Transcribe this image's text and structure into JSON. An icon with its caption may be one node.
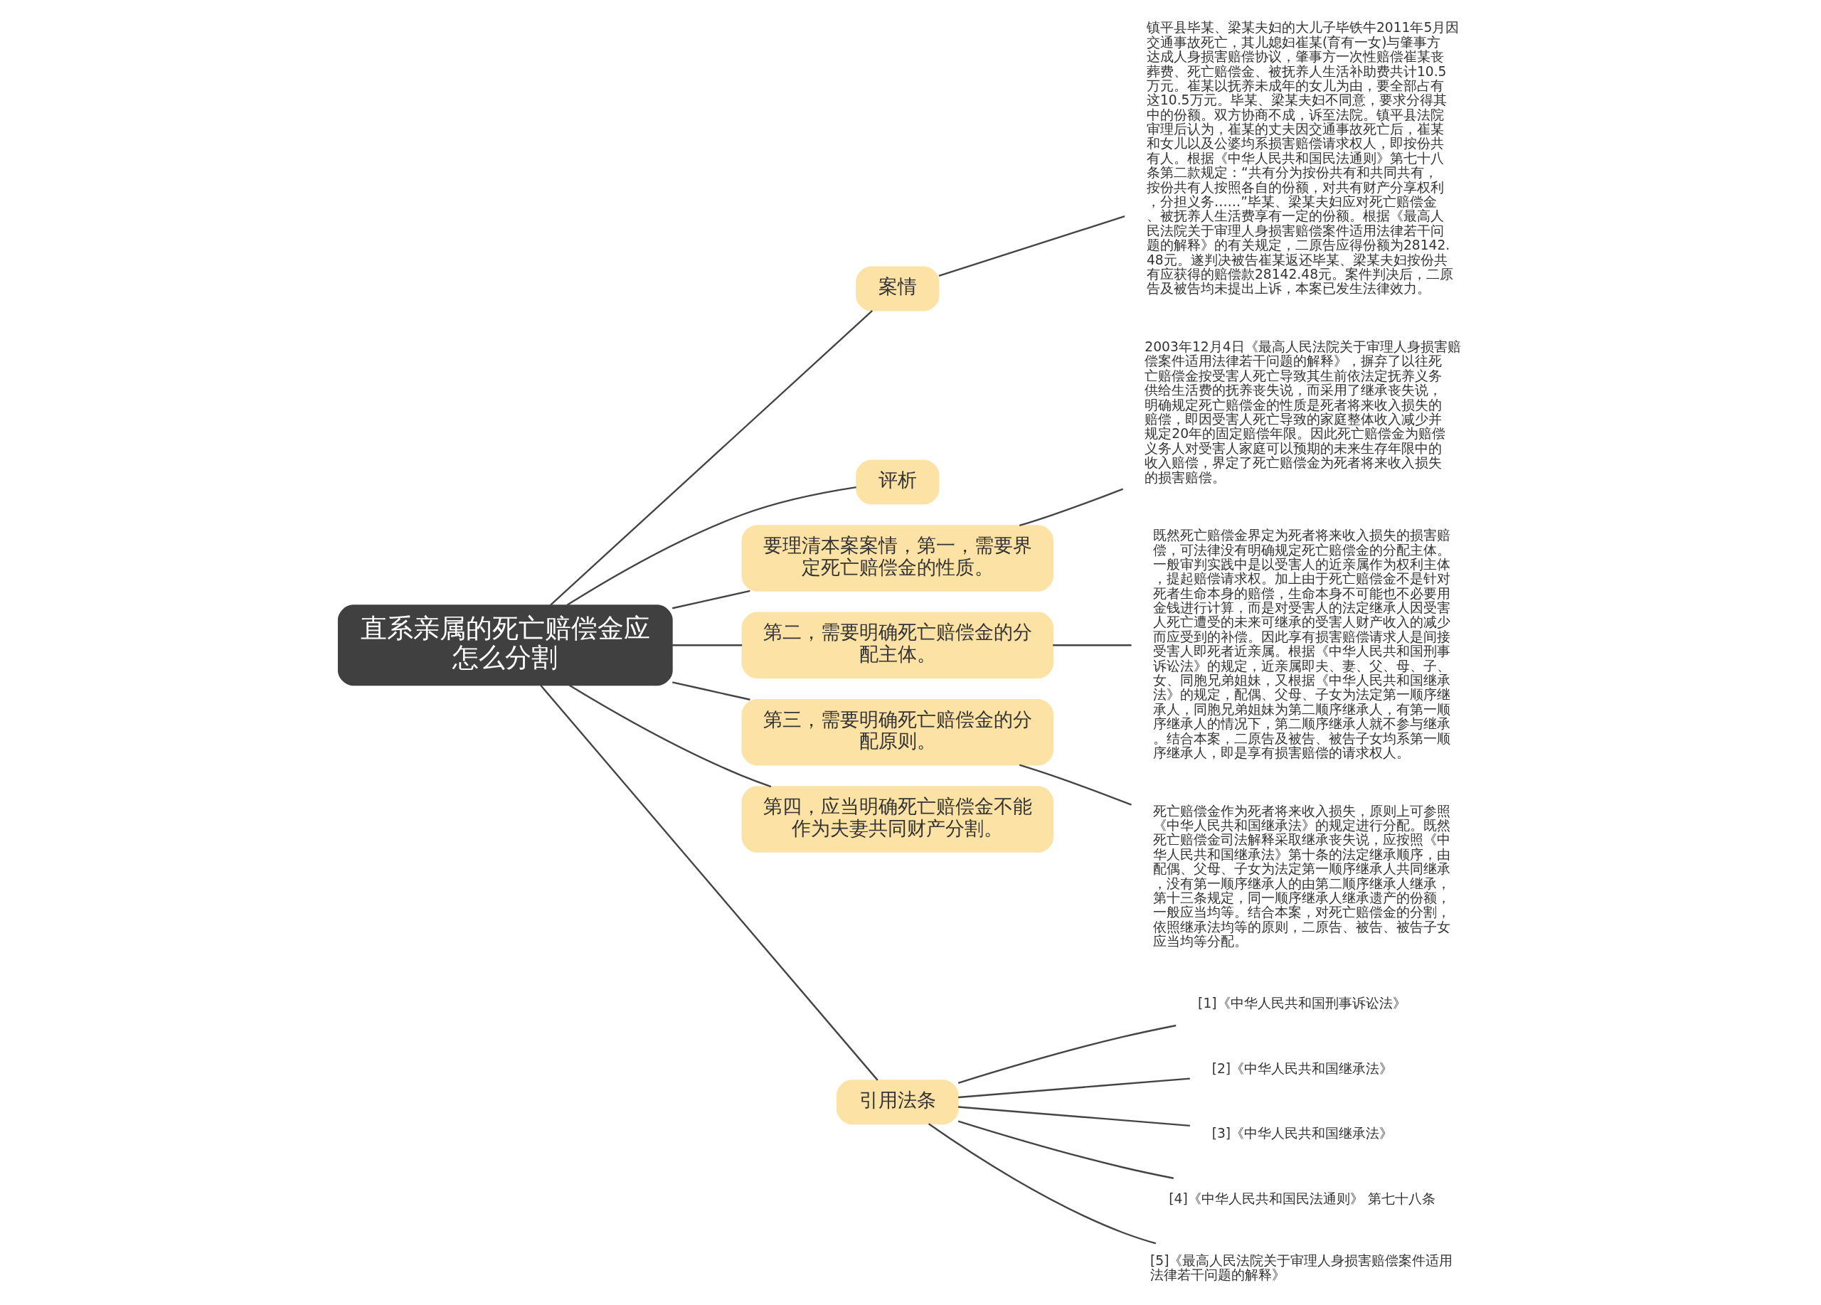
{
  "diagram": {
    "nodes": [
      {
        "text": [
          "直系亲属的死亡赔偿金应怎么分割"
        ]
      },
      {
        "text": [
          "案情"
        ]
      },
      {
        "text": [
          "镇平县毕某、梁某夫妇的大儿子毕铁牛2011年5月因交通事故死亡，其儿媳妇崔某(育有一女)与肇事方达成人身损害赔偿协议，肇事方一次性赔偿崔某丧葬费、死亡赔偿金、被抚养人生活补助费共计10.5万元。崔某以抚养未成年的女儿为由，要全部占有这10.5万元。毕某、梁某夫妇不同意，要求分得其中的份额。双方协商不成，诉至法院。镇平县法院审理后认为，崔某的丈夫因交通事故死亡后，崔某和女儿以及公婆均系损害赔偿请求权人，即按份共有人。根据《中华人民共和国民法通则》第七十八条第二款规定：“共有分为按份共有和共同共有，按份共有人按照各自的份额，对共有财产分享权利，分担义务……”毕某、梁某夫妇应对死亡赔偿金、被抚养人生活费享有一定的份额。根据《最高人民法院关于审理人身损害赔偿案件适用法律若干问题的解释》的有关规定，二原告应得份额为28142.48元。遂判决被告崔某返还毕某、梁某夫妇按份共有应获得的赔偿款28142.48元。案件判决后，二原告及被告均未提出上诉，本案已发生法律效力。"
        ]
      },
      {
        "text": [
          "评析"
        ]
      },
      {
        "text": [
          "要理清本案案情，第一，需要界定死亡赔偿金的性质。"
        ]
      },
      {
        "text": [
          "2003年12月4日《最高人民法院关于审理人身损害赔偿案件适用法律若干问题的解释》，摒弃了以往死亡赔偿金按受害人死亡导致其生前依法定抚养义务供给生活费的抚养丧失说，而采用了继承丧失说，明确规定死亡赔偿金的性质是死者将来收入损失的赔偿，即因受害人死亡导致的家庭整体收入减少并规定20年的固定赔偿年限。因此死亡赔偿金为赔偿义务人对受害人家庭可以预期的未来生存年限中的收入赔偿，界定了死亡赔偿金为死者将来收入损失的损害赔偿。"
        ]
      },
      {
        "text": [
          "第二，需要明确死亡赔偿金的分配主体。"
        ]
      },
      {
        "text": [
          "既然死亡赔偿金界定为死者将来收入损失的损害赔偿，可法律没有明确规定死亡赔偿金的分配主体。一般审判实践中是以受害人的近亲属作为权利主体，提起赔偿请求权。加上由于死亡赔偿金不是针对死者生命本身的赔偿，生命本身不可能也不必要用金钱进行计算，而是对受害人的法定继承人因受害人死亡遭受的未来可继承的受害人财产收入的减少而应受到的补偿。因此享有损害赔偿请求人是间接受害人即死者近亲属。根据《中华人民共和国刑事诉讼法》的规定，近亲属即夫、妻、父、母、子、女、同胞兄弟姐妹，又根据《中华人民共和国继承法》的规定，配偶、父母、子女为法定第一顺序继承人，同胞兄弟姐妹为第二顺序继承人，有第一顺序继承人的情况下，第二顺序继承人就不参与继承。结合本案，二原告及被告、被告子女均系第一顺序继承人，即是享有损害赔偿的请求权人。"
        ]
      },
      {
        "text": [
          "第三，需要明确死亡赔偿金的分配原则。"
        ]
      },
      {
        "text": [
          "死亡赔偿金作为死者将来收入损失，原则上可参照《中华人民共和国继承法》的规定进行分配。既然死亡赔偿金司法解释采取继承丧失说，应按照《中华人民共和国继承法》第十条的法定继承顺序，由配偶、父母、子女为法定第一顺序继承人共同继承，没有第一顺序继承人的由第二顺序继承人继承，第十三条规定，同一顺序继承人继承遗产的份额，一般应当均等。结合本案，对死亡赔偿金的分割，依照继承法均等的原则，二原告、被告、被告子女应当均等分配。"
        ]
      },
      {
        "text": [
          "第四，应当明确死亡赔偿金不能作为夫妻共同财产分割。"
        ]
      },
      {
        "text": [
          "引用法条"
        ]
      },
      {
        "text": [
          "[1]《中华人民共和国刑事诉讼法》"
        ]
      },
      {
        "text": [
          "[2]《中华人民共和国继承法》"
        ]
      },
      {
        "text": [
          "[3]《中华人民共和国继承法》"
        ]
      },
      {
        "text": [
          "[4]《中华人民共和国民法通则》 第七十八条"
        ]
      },
      {
        "text": [
          "[5]《最高人民法院关于审理人身损害赔偿案件适用法律若干问题的解释》"
        ]
      }
    ],
    "edges": [
      {
        "from": 0,
        "to": 1,
        "arrow": "none"
      },
      {
        "from": 1,
        "to": 2,
        "arrow": "none"
      },
      {
        "from": 0,
        "to": 3,
        "arrow": "none"
      },
      {
        "from": 0,
        "to": 4,
        "arrow": "none"
      },
      {
        "from": 4,
        "to": 5,
        "arrow": "none"
      },
      {
        "from": 0,
        "to": 6,
        "arrow": "none"
      },
      {
        "from": 6,
        "to": 7,
        "arrow": "none"
      },
      {
        "from": 0,
        "to": 8,
        "arrow": "none"
      },
      {
        "from": 8,
        "to": 9,
        "arrow": "none"
      },
      {
        "from": 0,
        "to": 10,
        "arrow": "none"
      },
      {
        "from": 0,
        "to": 11,
        "arrow": "none"
      },
      {
        "from": 11,
        "to": 12,
        "arrow": "none"
      },
      {
        "from": 11,
        "to": 13,
        "arrow": "none"
      },
      {
        "from": 11,
        "to": 14,
        "arrow": "none"
      },
      {
        "from": 11,
        "to": 15,
        "arrow": "none"
      },
      {
        "from": 11,
        "to": 16,
        "arrow": "none"
      }
    ]
  }
}
